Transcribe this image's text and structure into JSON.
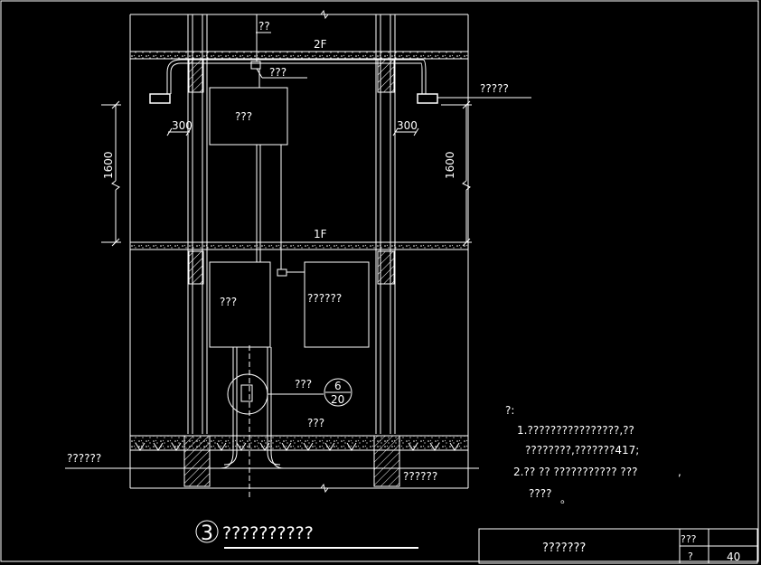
{
  "labels": {
    "top_note": "??",
    "floor_2": "2F",
    "floor_1": "1F",
    "junction_label": "???",
    "right_top_label": "?????",
    "upper_box": "???",
    "lower_left_box": "???",
    "lower_right_box": "??????",
    "small_box_label": "???",
    "under_label": "???",
    "ground_left": "??????",
    "ground_right": "??????",
    "dim_300_left": "300",
    "dim_300_right": "300",
    "dim_1600_left": "1600",
    "dim_1600_right": "1600",
    "circle_top": "6",
    "circle_bottom": "20"
  },
  "notes": {
    "heading": "?:",
    "line1": "1.????????????????,??",
    "line2": "????????,???????417;",
    "line3": "2.?? ?? ??????????? ???",
    "line3_mark": ",",
    "line4": "????",
    "line4_mark": "。"
  },
  "title": {
    "number": "3",
    "text": "??????????"
  },
  "titleblock": {
    "name": "???????",
    "label_a": "???",
    "label_b": "?",
    "value": "40"
  },
  "colors": {
    "background": "#000000",
    "line": "#ffffff"
  }
}
